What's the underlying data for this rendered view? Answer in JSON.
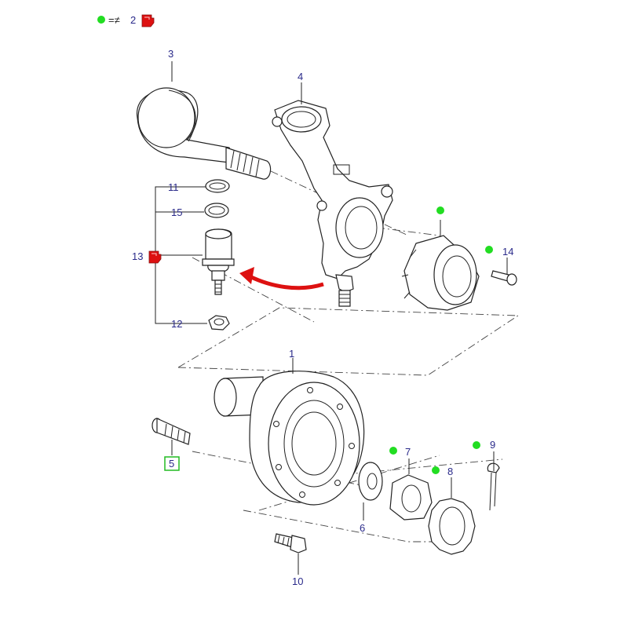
{
  "legend": {
    "symbol": "=≠",
    "number": "2",
    "dot_color": "#22dd22",
    "tag_color": "#dd1111"
  },
  "callouts": {
    "c1": "1",
    "c3": "3",
    "c4": "4",
    "c5": "5",
    "c6": "6",
    "c7": "7",
    "c8": "8",
    "c9": "9",
    "c10": "10",
    "c11": "11",
    "c12": "12",
    "c13": "13",
    "c14": "14",
    "c15": "15"
  },
  "colors": {
    "callout_text": "#2a2a8a",
    "highlight_box": "#22bb22",
    "arrow": "#dd1111",
    "green_dot": "#22dd22"
  }
}
